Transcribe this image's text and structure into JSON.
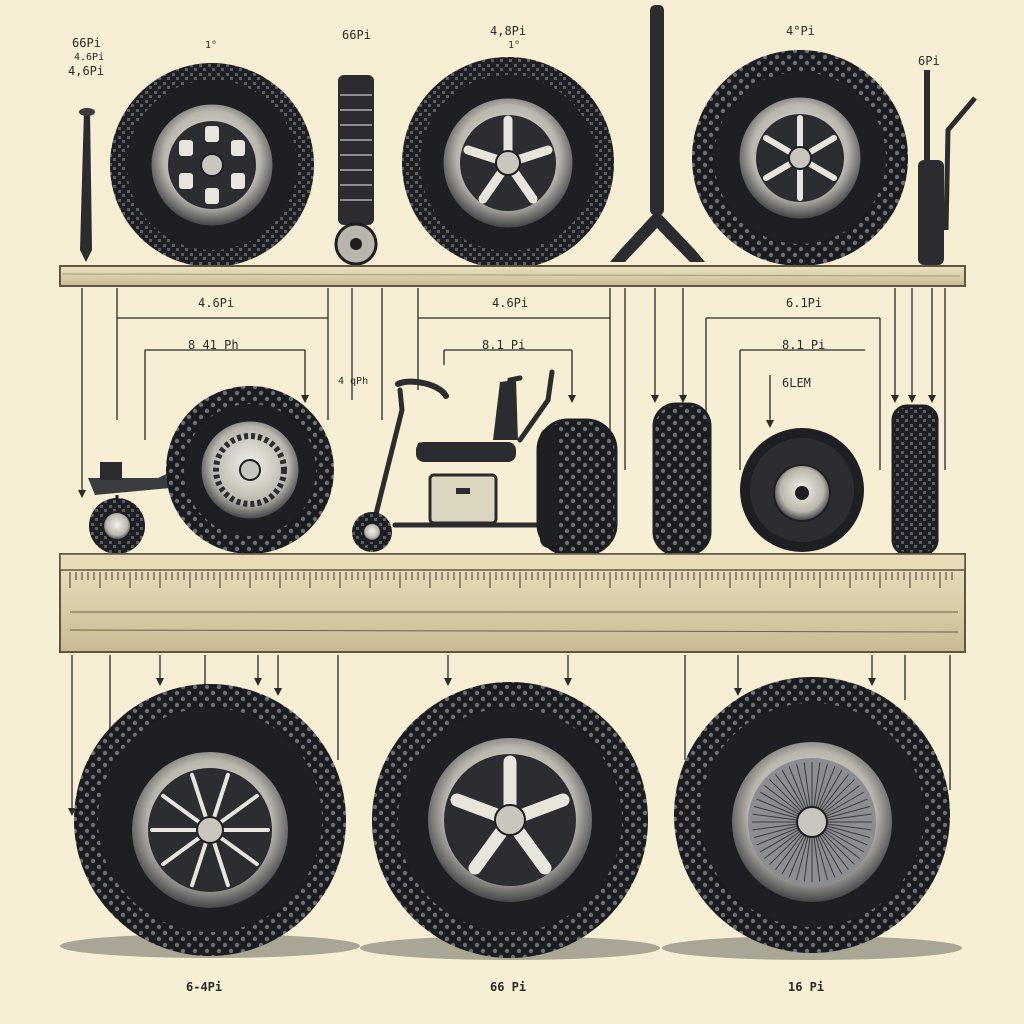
{
  "colors": {
    "paper": "#f6efd3",
    "ink": "#1d1f22",
    "wood": "#e2d6b2",
    "wood_dark": "#8f8566",
    "rim": "#d9d7d0"
  },
  "labels": {
    "top": [
      "66Pi",
      "4.6Pi",
      "4,6Pi",
      "1°",
      "66Pi",
      "4,8Pi",
      "1°",
      "4°Pi",
      "6Pi"
    ],
    "mid": [
      "4.6Pi",
      "4.6Pi",
      "6.1Pi",
      "8 41 Ph",
      "8.1 Pi",
      "8.1 Pi",
      "6LEM",
      "4 qPh"
    ],
    "bottom_left": "6-4Pi",
    "bottom_center": "66 Pi",
    "bottom_right": "16 Pi"
  },
  "icons": [
    "wheel-icon",
    "tire-iron-icon",
    "shock-absorber-icon",
    "go-kart-icon",
    "wrench-icon",
    "tire-gauge-icon"
  ]
}
